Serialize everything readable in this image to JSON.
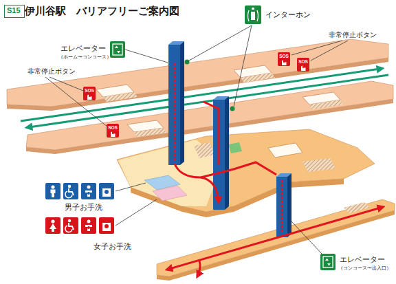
{
  "diagram": {
    "title": "伊川谷駅　バリアフリーご案内図",
    "nodes": [
      {
        "text": [
          "S15"
        ]
      }
    ],
    "labels": [
      "エレベーター",
      "（ホーム〜コンコース）",
      "インターホン",
      "非常停止ボタン",
      "SOS",
      "SOS",
      "非常停止ボタン",
      "SOS",
      "SOS",
      "男子お手洗",
      "女子お手洗",
      "エレベーター",
      "（コンコース〜出入口）"
    ]
  }
}
